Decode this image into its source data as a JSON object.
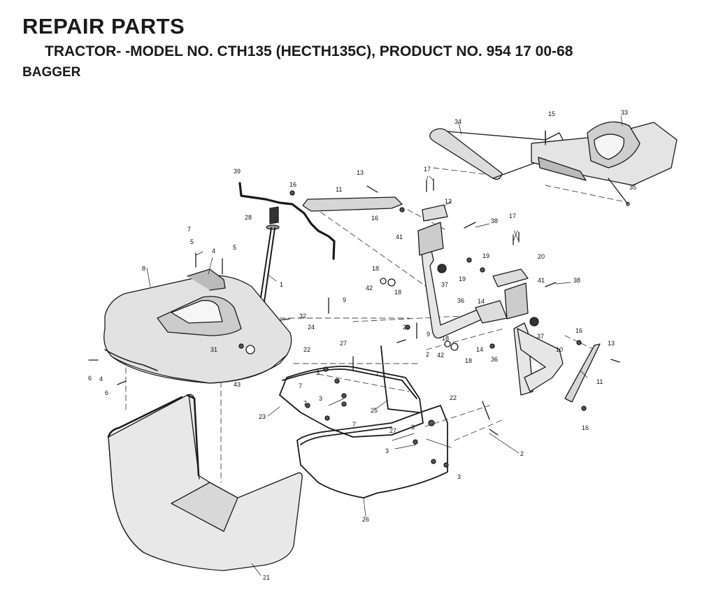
{
  "header": {
    "title": "REPAIR PARTS",
    "subtitle": "TRACTOR- -MODEL NO. CTH135 (HECTH135C), PRODUCT NO. 954 17 00-68",
    "section": "BAGGER"
  },
  "callouts": [
    {
      "id": "n39",
      "text": "39"
    },
    {
      "id": "n16a",
      "text": "16"
    },
    {
      "id": "n13a",
      "text": "13"
    },
    {
      "id": "n11a",
      "text": "11"
    },
    {
      "id": "n16b",
      "text": "16"
    },
    {
      "id": "n28",
      "text": "28"
    },
    {
      "id": "n17a",
      "text": "17"
    },
    {
      "id": "n12",
      "text": "12"
    },
    {
      "id": "n15",
      "text": "15"
    },
    {
      "id": "n33",
      "text": "33"
    },
    {
      "id": "n34",
      "text": "34"
    },
    {
      "id": "n35",
      "text": "35"
    },
    {
      "id": "n7a",
      "text": "7"
    },
    {
      "id": "n5a",
      "text": "5"
    },
    {
      "id": "n4a",
      "text": "4"
    },
    {
      "id": "n5b",
      "text": "5"
    },
    {
      "id": "n41a",
      "text": "41"
    },
    {
      "id": "n38a",
      "text": "38"
    },
    {
      "id": "n17b",
      "text": "17"
    },
    {
      "id": "n8",
      "text": "8"
    },
    {
      "id": "n1",
      "text": "1"
    },
    {
      "id": "n18a",
      "text": "18"
    },
    {
      "id": "n42a",
      "text": "42"
    },
    {
      "id": "n18b",
      "text": "18"
    },
    {
      "id": "n19a",
      "text": "19"
    },
    {
      "id": "n19b",
      "text": "19"
    },
    {
      "id": "n37a",
      "text": "37"
    },
    {
      "id": "n20",
      "text": "20"
    },
    {
      "id": "n41b",
      "text": "41"
    },
    {
      "id": "n38b",
      "text": "38"
    },
    {
      "id": "n9a",
      "text": "9"
    },
    {
      "id": "n36a",
      "text": "36"
    },
    {
      "id": "n14a",
      "text": "14"
    },
    {
      "id": "n32",
      "text": "32"
    },
    {
      "id": "n24",
      "text": "24"
    },
    {
      "id": "n37b",
      "text": "37"
    },
    {
      "id": "n31",
      "text": "31"
    },
    {
      "id": "n22a",
      "text": "22"
    },
    {
      "id": "n27a",
      "text": "27"
    },
    {
      "id": "n9b",
      "text": "9"
    },
    {
      "id": "n2a",
      "text": "2"
    },
    {
      "id": "n18c",
      "text": "18"
    },
    {
      "id": "n14b",
      "text": "14"
    },
    {
      "id": "n16c",
      "text": "16"
    },
    {
      "id": "n13b",
      "text": "13"
    },
    {
      "id": "n10",
      "text": "10"
    },
    {
      "id": "n6a",
      "text": "6"
    },
    {
      "id": "n4b",
      "text": "4"
    },
    {
      "id": "n3a",
      "text": "3"
    },
    {
      "id": "n7b",
      "text": "7"
    },
    {
      "id": "n2b",
      "text": "2"
    },
    {
      "id": "n42b",
      "text": "42"
    },
    {
      "id": "n18d",
      "text": "18"
    },
    {
      "id": "n36b",
      "text": "36"
    },
    {
      "id": "n11b",
      "text": "11"
    },
    {
      "id": "n6b",
      "text": "6"
    },
    {
      "id": "n43",
      "text": "43"
    },
    {
      "id": "n7c",
      "text": "7"
    },
    {
      "id": "n3b",
      "text": "3"
    },
    {
      "id": "n7d",
      "text": "7"
    },
    {
      "id": "n22b",
      "text": "22"
    },
    {
      "id": "n23",
      "text": "23"
    },
    {
      "id": "n25",
      "text": "25"
    },
    {
      "id": "n7e",
      "text": "7"
    },
    {
      "id": "n27b",
      "text": "27"
    },
    {
      "id": "n3c",
      "text": "3"
    },
    {
      "id": "n16d",
      "text": "16"
    },
    {
      "id": "n3d",
      "text": "3"
    },
    {
      "id": "n2c",
      "text": "2"
    },
    {
      "id": "n3e",
      "text": "3"
    },
    {
      "id": "n26",
      "text": "26"
    },
    {
      "id": "n21",
      "text": "21"
    }
  ]
}
